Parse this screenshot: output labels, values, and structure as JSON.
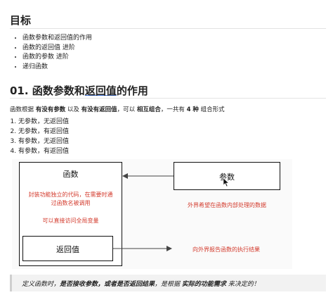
{
  "goals_heading": "目标",
  "goals": [
    "函数参数和返回值的作用",
    "函数的返回值 进阶",
    "函数的参数 进阶",
    "递归函数"
  ],
  "section": {
    "num": "01. ",
    "title_a": "函数参数和",
    "title_b": "返回值",
    "title_c": "的作用"
  },
  "desc": {
    "p1": "函数根据 ",
    "b1": "有没有参数",
    "p2": " 以及 ",
    "b2": "有没有返回值",
    "p3": "，可以 ",
    "b3": "相互组合",
    "p4": "，一共有 ",
    "b4": "4 种",
    "p5": " 组合形式"
  },
  "combos": [
    "无参数，无返回值",
    "无参数，有返回值",
    "有参数，无返回值",
    "有参数，有返回值"
  ],
  "diagram": {
    "func_title": "函数",
    "func_desc1": "封装功能独立的代码，在需要时通",
    "func_desc2": "过函数名被调用",
    "func_desc3": "可以直接访问全局变量",
    "param_title": "参数",
    "param_desc": "外界希望在函数内部处理的数据",
    "ret_title": "返回值",
    "ret_desc": "向外界报告函数的执行结果"
  },
  "note": {
    "p1": "定义函数时，",
    "b1": "是否接收参数，或者是否返回结果",
    "p2": "，是根据 ",
    "b2": "实际的功能需求",
    "p3": " 来决定的！"
  },
  "colors": {
    "accent_red": "#d33a2c",
    "underline_blue": "#3b6fd6"
  }
}
